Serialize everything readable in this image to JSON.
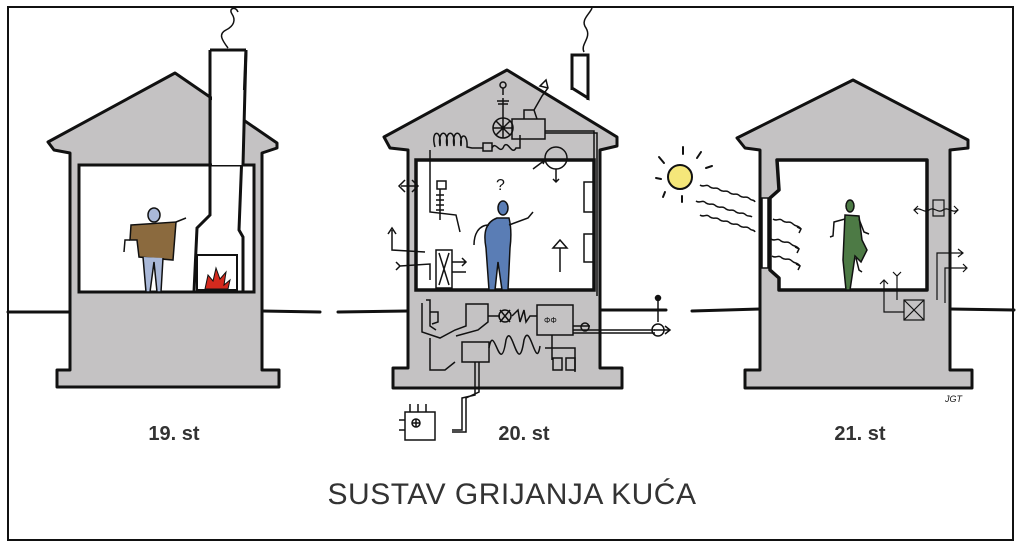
{
  "title": "SUSTAV GRIJANJA KUĆA",
  "panels": [
    {
      "id": "house-19th-century",
      "label": "19. st",
      "description": "House heated by open fireplace with chimney; person in brown sweater",
      "person_color": "#8b6a3e",
      "fire_color": "#d42a1e"
    },
    {
      "id": "house-20th-century",
      "label": "20. st",
      "description": "House full of mechanical heating ducts, pipes and equipment; confused person with question mark",
      "person_color": "#5a7db5",
      "question_mark": "?"
    },
    {
      "id": "house-21st-century",
      "label": "21. st",
      "description": "Passive solar house heated by sun through window; person in green walking freely",
      "person_color": "#4d7a45",
      "sun_color": "#f5e77a"
    }
  ],
  "signature": "JGT",
  "colors": {
    "wall_fill": "#c4c2c3",
    "ink": "#111111",
    "label_text": "#333333",
    "background": "#ffffff"
  }
}
